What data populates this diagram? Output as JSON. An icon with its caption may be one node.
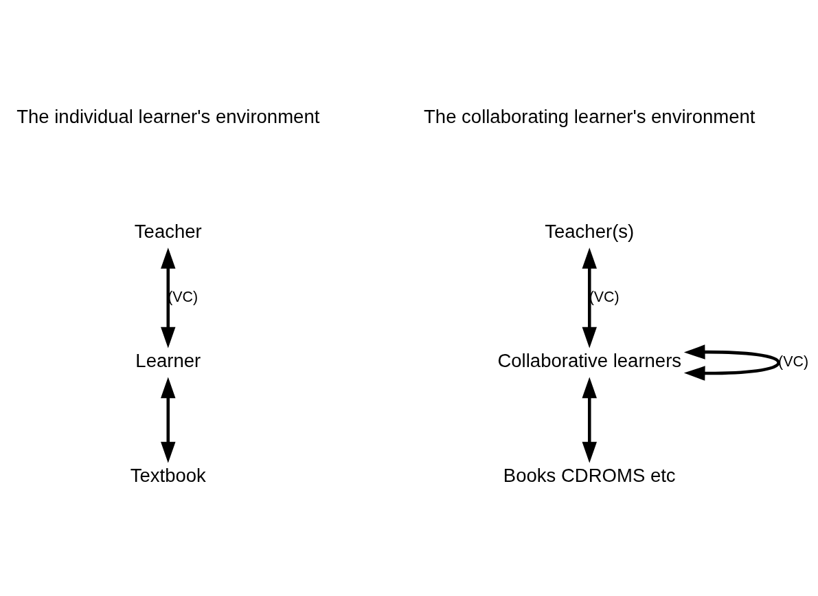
{
  "diagram": {
    "nodes": [
      {
        "text": [
          "Teacher"
        ]
      },
      {
        "text": [
          "Learner"
        ]
      },
      {
        "text": [
          "Textbook"
        ]
      },
      {
        "text": [
          "Teacher(s)"
        ]
      },
      {
        "text": [
          "Collaborative learners"
        ]
      },
      {
        "text": [
          "Books CDROMS etc"
        ]
      }
    ],
    "edges": [
      {
        "from": 0,
        "to": 1,
        "arrow": "both",
        "label": "(VC)"
      },
      {
        "from": 1,
        "to": 2,
        "arrow": "both"
      },
      {
        "from": 3,
        "to": 4,
        "arrow": "both",
        "label": "(VC)"
      },
      {
        "from": 4,
        "to": 4,
        "arrow": "both",
        "label": "(VC)"
      },
      {
        "from": 4,
        "to": 5,
        "arrow": "both"
      }
    ],
    "labels": [
      "The individual learner's environment",
      "The collaborating learner's environment"
    ]
  }
}
